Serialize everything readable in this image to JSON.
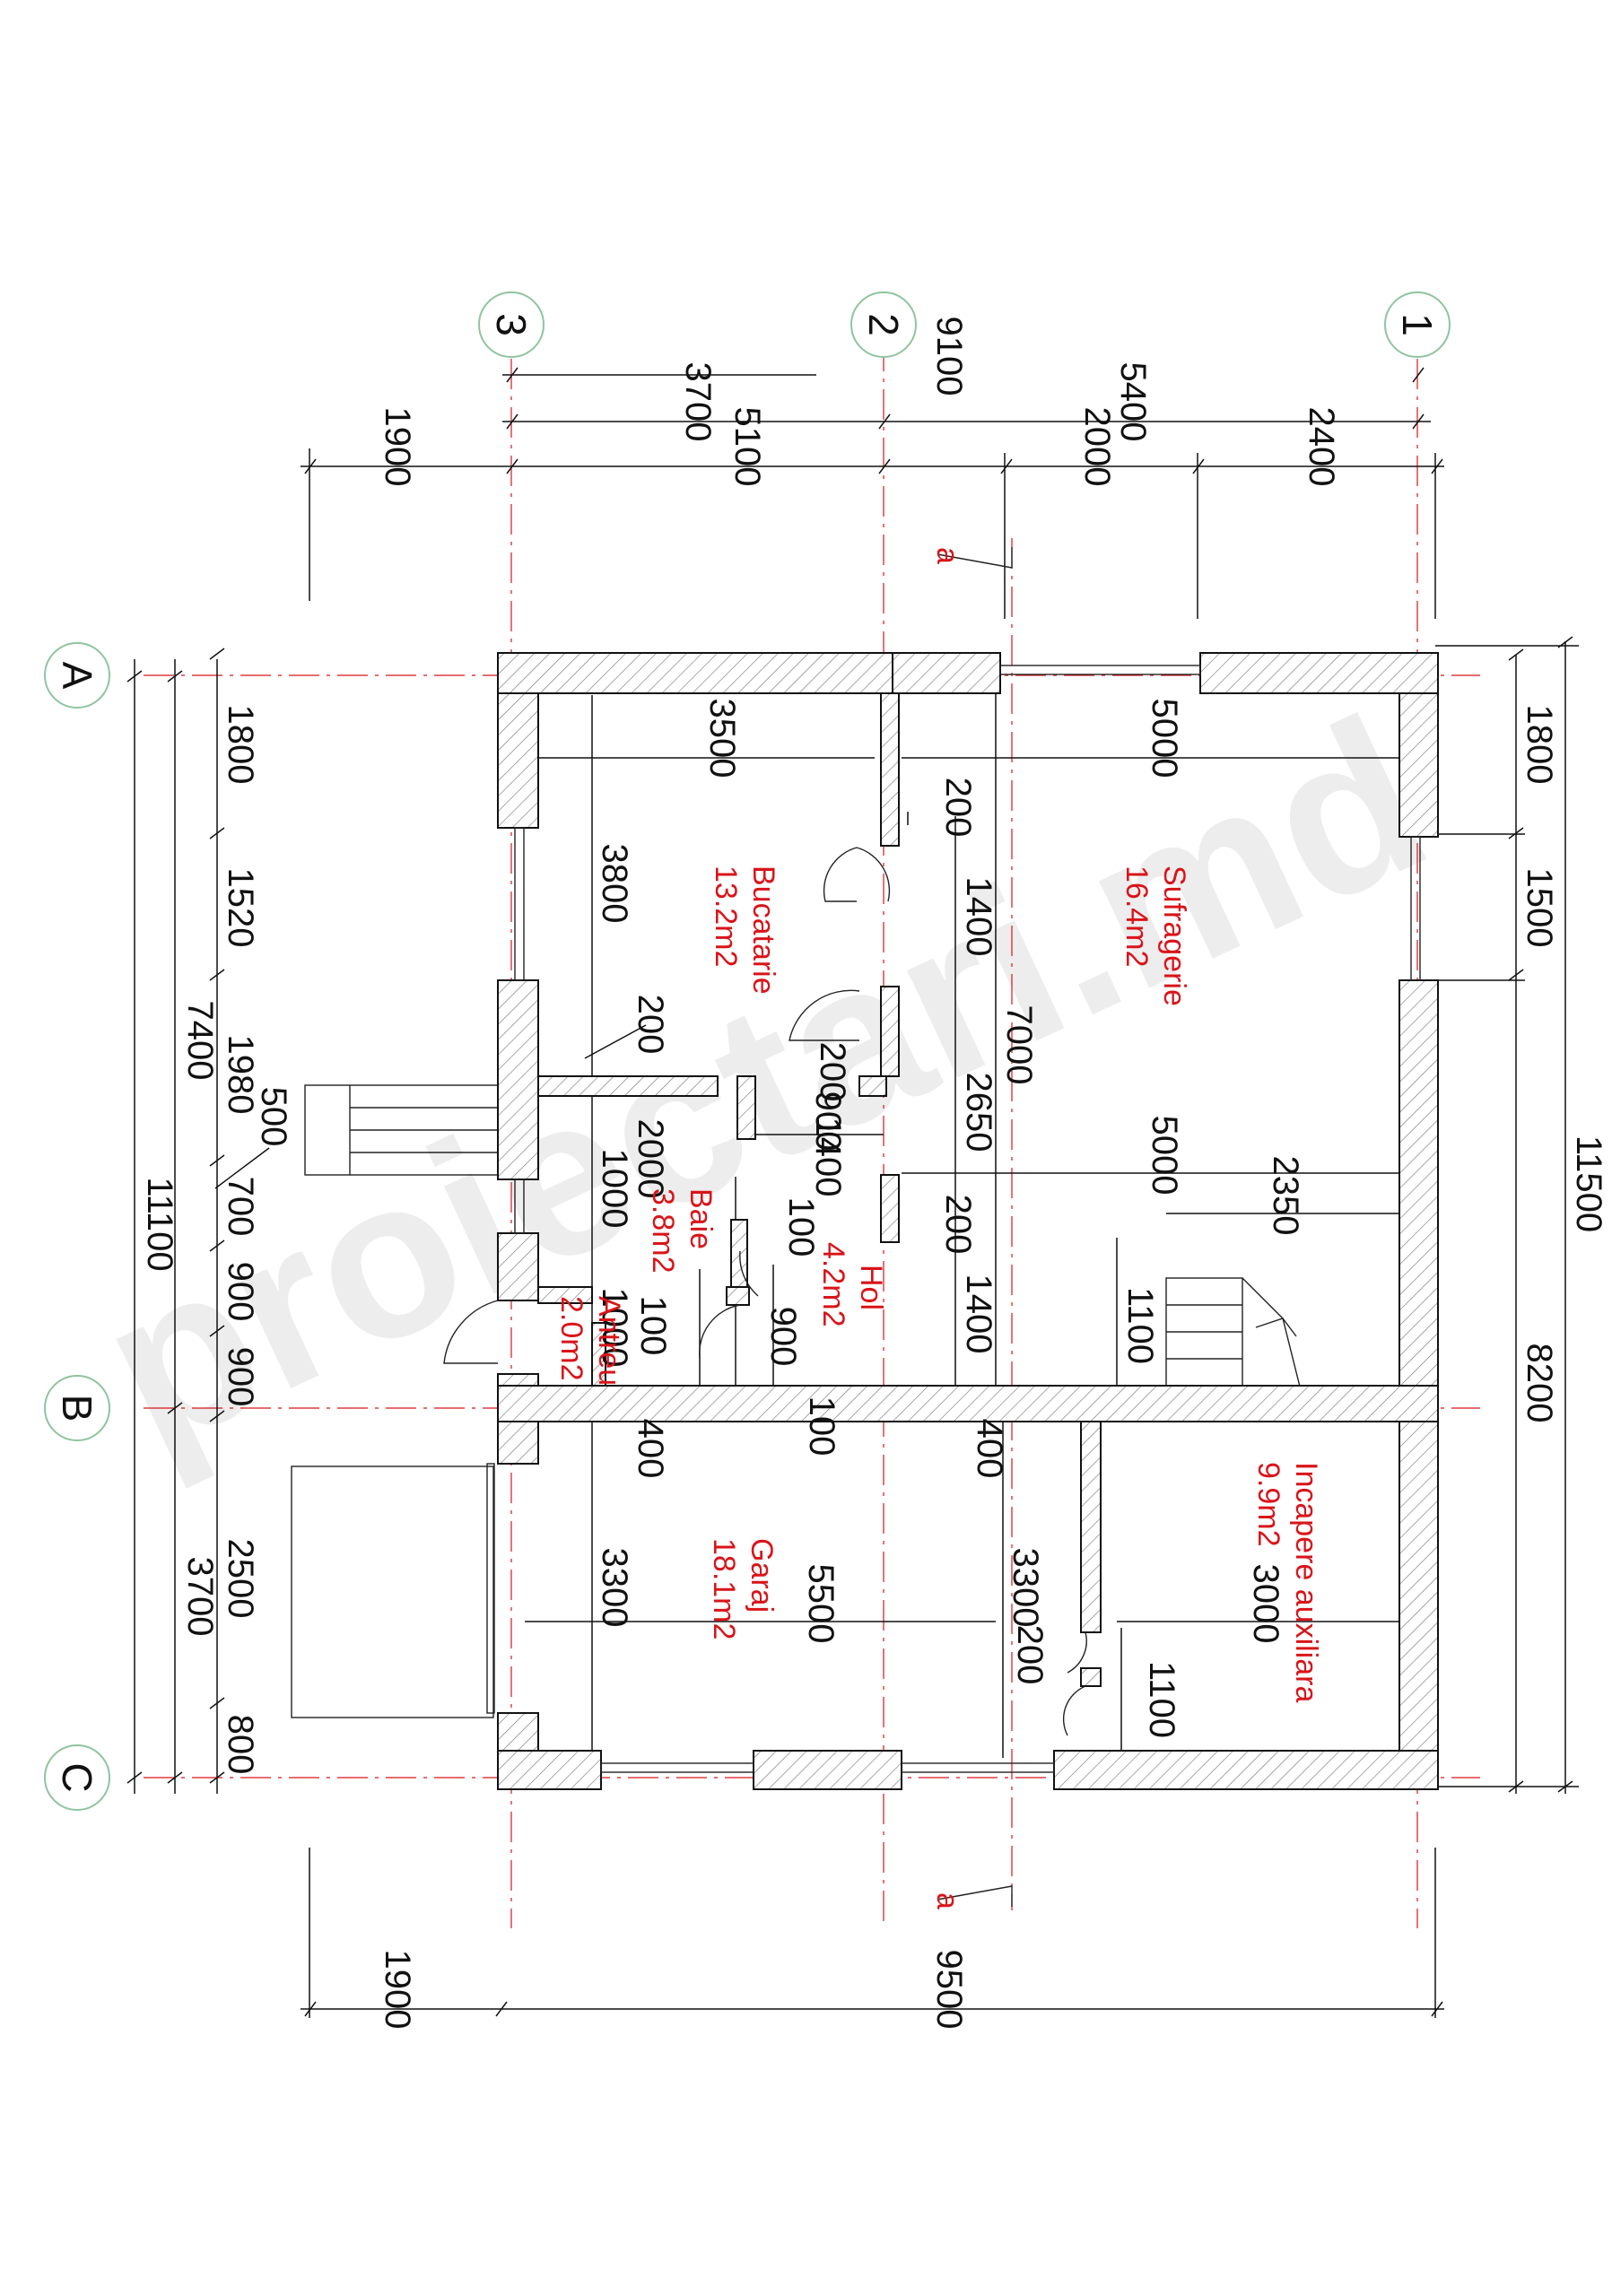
{
  "watermark": "proiectari.md",
  "axes": {
    "columns": [
      "3",
      "2",
      "1"
    ],
    "rows": [
      "A",
      "B",
      "C"
    ]
  },
  "section_mark": "a",
  "rooms": [
    {
      "name": "Bucatarie",
      "area": "13.2m2"
    },
    {
      "name": "Sufragerie",
      "area": "16.4m2"
    },
    {
      "name": "Baie",
      "area": "3.8m2"
    },
    {
      "name": "Hol",
      "area": "4.2m2"
    },
    {
      "name": "Antreu",
      "area": "2.0m2"
    },
    {
      "name": "Garaj",
      "area": "18.1m2"
    },
    {
      "name": "Incapere auxiliara",
      "area": "9.9m2"
    }
  ],
  "dimensions": {
    "top_total": "9100",
    "top_row1": [
      "3700",
      "5400"
    ],
    "top_row2": [
      "1900",
      "5100",
      "2000",
      "2400"
    ],
    "bottom": [
      "1900",
      "9500"
    ],
    "left_outer": "11100",
    "left_mid": [
      "7400",
      "3700"
    ],
    "left_inner": [
      "1800",
      "1520",
      "1980",
      "700",
      "900",
      "900",
      "2500",
      "800"
    ],
    "left_stair": "500",
    "right_outer": "11500",
    "right_inner": [
      "1800",
      "1500"
    ],
    "right_lower": "8200",
    "interior": {
      "kitchen_width": "3500",
      "kitchen_depth": "3800",
      "living_width": "5000",
      "living_width_lower": "5000",
      "living_depth": "7000",
      "wall_200_a": "200",
      "wall_200_b": "200",
      "wall_200_c": "200",
      "wall_200_d": "200",
      "door_1400_a": "1400",
      "door_1400_b": "1400",
      "door_1400_c": "1400",
      "span_2650": "2650",
      "w_900_a": "900",
      "w_900_b": "900",
      "bath_2000": "2000",
      "bath_1000": "1000",
      "w_100_a": "100",
      "w_100_b": "100",
      "w_100_c": "100",
      "antreu_1000": "1000",
      "stair_2350": "2350",
      "stair_1100": "1100",
      "w_400_a": "400",
      "w_400_b": "400",
      "garage_depth": "3300",
      "garage_depth_b": "3300",
      "garage_width": "5500",
      "aux_width": "3000",
      "aux_depth": "1100",
      "aux_door": "200"
    }
  }
}
